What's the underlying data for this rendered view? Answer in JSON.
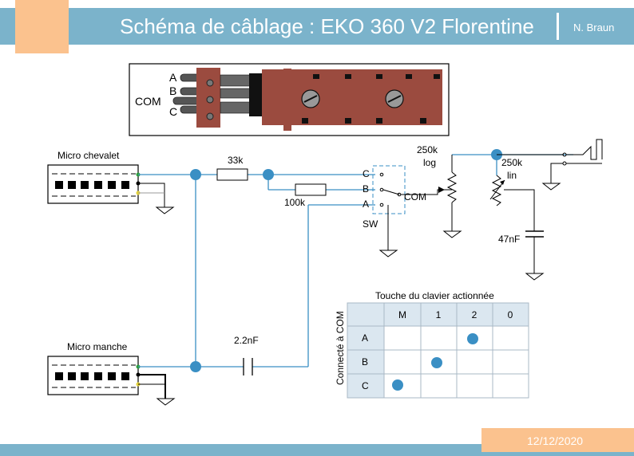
{
  "header": {
    "title": "Schéma de câblage : EKO 360 V2 Florentine",
    "author": "N. Braun"
  },
  "footer": {
    "date": "12/12/2020"
  },
  "switch_photo": {
    "labels": [
      "A",
      "B",
      "COM",
      "C"
    ]
  },
  "pickups": {
    "bridge": "Micro chevalet",
    "neck": "Micro manche"
  },
  "components": {
    "r1": "33k",
    "r2": "100k",
    "cap_neck": "2.2nF",
    "vol_value": "250k",
    "vol_taper": "log",
    "tone_value": "250k",
    "tone_taper": "lin",
    "tone_cap": "47nF"
  },
  "selector": {
    "label": "SW",
    "com": "COM",
    "contacts": [
      "C",
      "B",
      "A"
    ]
  },
  "table": {
    "title": "Touche du clavier actionnée",
    "side_label": "Connecté à COM",
    "columns": [
      "M",
      "1",
      "2",
      "0"
    ],
    "rows": [
      "A",
      "B",
      "C"
    ],
    "connections": [
      {
        "row": "A",
        "column": "2"
      },
      {
        "row": "B",
        "column": "1"
      },
      {
        "row": "C",
        "column": "M"
      }
    ]
  },
  "colors": {
    "wire": "#3a8fc4",
    "header": "#7bb3cb",
    "accent": "#fbc28e",
    "dot": "#3a8fc4",
    "switch_body": "#9b4b3f"
  }
}
